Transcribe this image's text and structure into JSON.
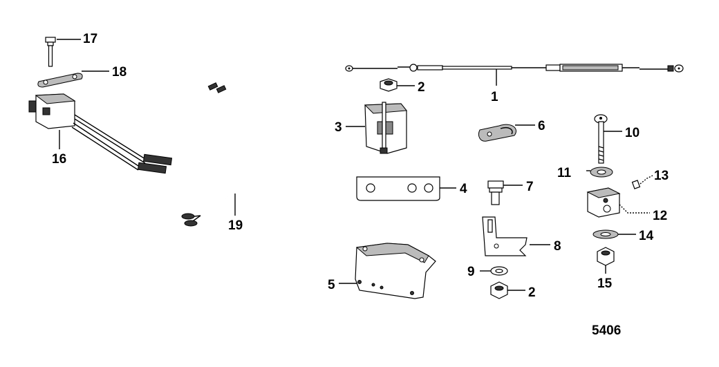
{
  "diagram": {
    "figure_number": "5406",
    "callouts": [
      {
        "id": "callout-1",
        "text": "1"
      },
      {
        "id": "callout-2a",
        "text": "2"
      },
      {
        "id": "callout-2b",
        "text": "2"
      },
      {
        "id": "callout-3",
        "text": "3"
      },
      {
        "id": "callout-4",
        "text": "4"
      },
      {
        "id": "callout-5",
        "text": "5"
      },
      {
        "id": "callout-6",
        "text": "6"
      },
      {
        "id": "callout-7",
        "text": "7"
      },
      {
        "id": "callout-8",
        "text": "8"
      },
      {
        "id": "callout-9",
        "text": "9"
      },
      {
        "id": "callout-10",
        "text": "10"
      },
      {
        "id": "callout-11",
        "text": "11"
      },
      {
        "id": "callout-12",
        "text": "12"
      },
      {
        "id": "callout-13",
        "text": "13"
      },
      {
        "id": "callout-14",
        "text": "14"
      },
      {
        "id": "callout-15",
        "text": "15"
      },
      {
        "id": "callout-16",
        "text": "16"
      },
      {
        "id": "callout-17",
        "text": "17"
      },
      {
        "id": "callout-18",
        "text": "18"
      },
      {
        "id": "callout-19",
        "text": "19"
      }
    ]
  }
}
